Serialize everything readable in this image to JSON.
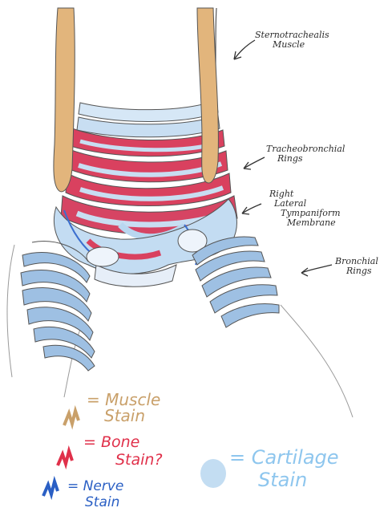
{
  "labels": {
    "sternotrachealis_line1": "Sternotrachealis",
    "sternotrachealis_line2": "Muscle",
    "tracheobronchial_line1": "Tracheobronchial",
    "tracheobronchial_line2": "Rings",
    "tympaniform_line1": "Right",
    "tympaniform_line2": "Lateral",
    "tympaniform_line3": "Tympaniform",
    "tympaniform_line4": "Membrane",
    "bronchial_line1": "Bronchial",
    "bronchial_line2": "Rings"
  },
  "legend": {
    "muscle": {
      "line1": "= Muscle",
      "line2": "Stain",
      "color": "#c9a06a"
    },
    "bone": {
      "line1": "= Bone",
      "line2": "Stain?",
      "color": "#e0304a"
    },
    "nerve": {
      "line1": "= Nerve",
      "line2": "Stain",
      "color": "#2a5fc4"
    },
    "cartilage": {
      "line1": "= Cartilage",
      "line2": "Stain",
      "color": "#8ec6ee"
    }
  },
  "colors": {
    "muscle": "#e2b57c",
    "bone": "#d9415f",
    "cartilage": "#b9d7f0",
    "cartilage_dark": "#8fb3d9",
    "nerve": "#3b6fcf",
    "ink": "#3a3a3a"
  }
}
